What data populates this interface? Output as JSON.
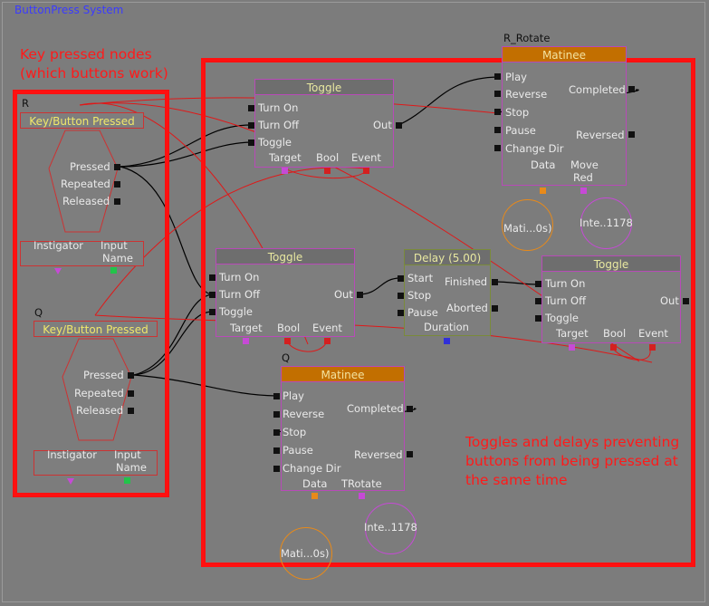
{
  "window": {
    "title": "ButtonPress System"
  },
  "annotations": {
    "left_note_line1": "Key pressed nodes",
    "left_note_line2": "(which buttons work)",
    "right_note_line1": "Toggles and delays preventing",
    "right_note_line2": "buttons from being pressed at",
    "right_note_line3": "the same time"
  },
  "key_nodes": [
    {
      "caption": "R",
      "title": "Key/Button Pressed",
      "outputs": [
        "Pressed",
        "Repeated",
        "Released"
      ],
      "vars": [
        "Instigator",
        "Input",
        "Name"
      ]
    },
    {
      "caption": "Q",
      "title": "Key/Button Pressed",
      "outputs": [
        "Pressed",
        "Repeated",
        "Released"
      ],
      "vars": [
        "Instigator",
        "Input",
        "Name"
      ]
    }
  ],
  "toggle_nodes": [
    {
      "title": "Toggle",
      "inputs": [
        "Turn On",
        "Turn Off",
        "Toggle"
      ],
      "output": "Out",
      "vars": [
        "Target",
        "Bool",
        "Event"
      ]
    },
    {
      "title": "Toggle",
      "inputs": [
        "Turn On",
        "Turn Off",
        "Toggle"
      ],
      "output": "Out",
      "vars": [
        "Target",
        "Bool",
        "Event"
      ]
    },
    {
      "title": "Toggle",
      "inputs": [
        "Turn On",
        "Turn Off",
        "Toggle"
      ],
      "output": "Out",
      "vars": [
        "Target",
        "Bool",
        "Event"
      ]
    }
  ],
  "delay_node": {
    "title": "Delay (5.00)",
    "inputs": [
      "Start",
      "Stop",
      "Pause"
    ],
    "outputs": [
      "Finished",
      "Aborted"
    ],
    "var": "Duration"
  },
  "matinee_nodes": [
    {
      "caption": "R_Rotate",
      "title": "Matinee",
      "inputs": [
        "Play",
        "Reverse",
        "Stop",
        "Pause",
        "Change Dir"
      ],
      "outputs": [
        "Completed",
        "Reversed"
      ],
      "vars": [
        "Data",
        "Move",
        "Red"
      ],
      "var_circles": [
        "Mati...0s)",
        "Inte..1178"
      ]
    },
    {
      "caption": "Q",
      "title": "Matinee",
      "inputs": [
        "Play",
        "Reverse",
        "Stop",
        "Pause",
        "Change Dir"
      ],
      "outputs": [
        "Completed",
        "Reversed"
      ],
      "vars": [
        "Data",
        "TRotate"
      ],
      "var_circles": [
        "Mati...0s)",
        "Inte..1178"
      ]
    }
  ],
  "colors": {
    "canvas": "#7c7c7c",
    "annotation_red": "#ff1010",
    "matinee_header": "#c26f00",
    "node_border": "#b84ab8",
    "link_black": "#000000",
    "link_red": "#e01818"
  }
}
